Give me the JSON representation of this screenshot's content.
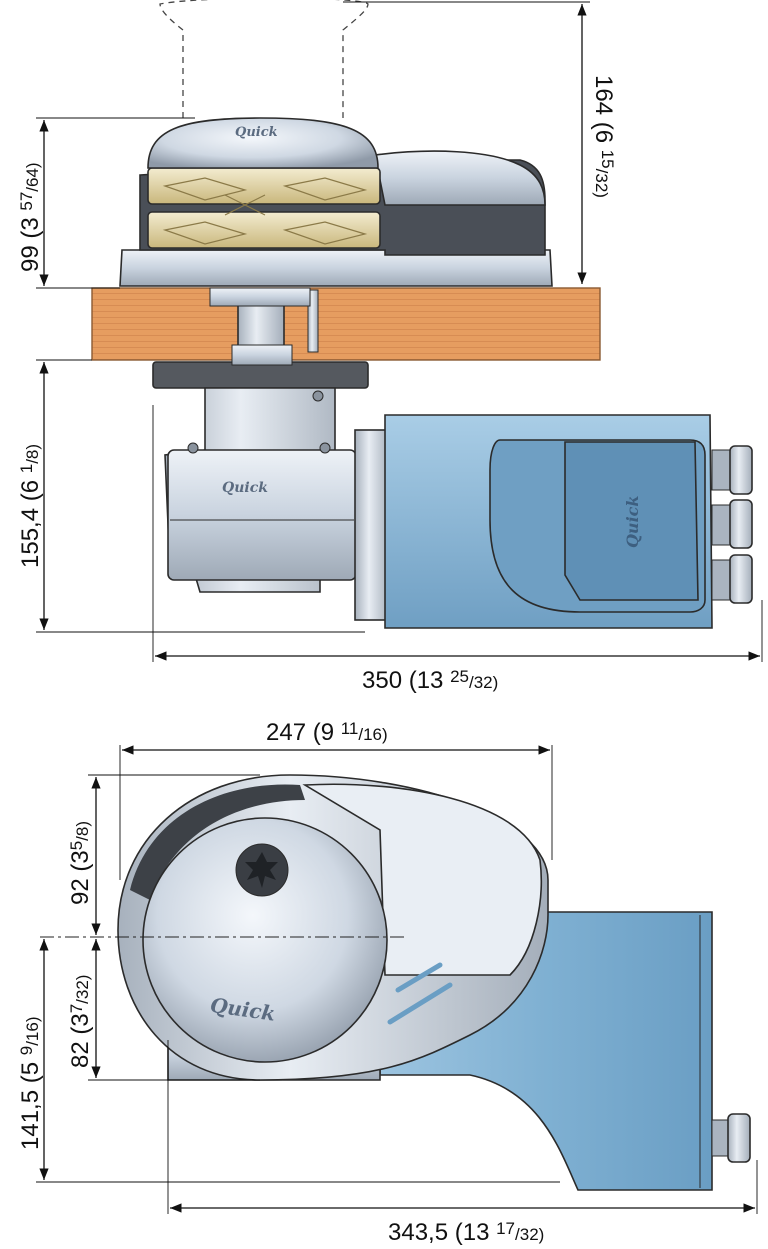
{
  "brand": "Quick",
  "side_view": {
    "height_top": "164 (6 15/32)",
    "height_top_main": "164 (6 ",
    "height_top_frac_num": "15",
    "height_top_frac_den": "/32)",
    "height_above_deck": "99 (3 57/64)",
    "height_above_deck_main": "99 (3 ",
    "height_above_deck_frac_num": "57",
    "height_above_deck_frac_den": "/64)",
    "height_below_deck": "155,4 (6 1/8)",
    "height_below_deck_main": "155,4 (6 ",
    "height_below_deck_frac_num": "1",
    "height_below_deck_frac_den": "/8)",
    "overall_length": "350 (13 25/32)",
    "overall_length_main": "350 (13 ",
    "overall_length_frac_num": "25",
    "overall_length_frac_den": "/32)"
  },
  "top_view": {
    "width_top": "247 (9 11/16)",
    "width_top_main": "247 (9 ",
    "width_top_frac_num": "11",
    "width_top_frac_den": "/16)",
    "upper_offset": "92 (3 5/8)",
    "upper_offset_main": "92 (3",
    "upper_offset_frac_num": "5",
    "upper_offset_frac_den": "/8)",
    "lower_offset": "82 (3 7/32)",
    "lower_offset_main": "82 (3",
    "lower_offset_frac_num": "7",
    "lower_offset_frac_den": "/32)",
    "overall_depth": "141,5 (5 9/16)",
    "overall_depth_main": "141,5 (5 ",
    "overall_depth_frac_num": "9",
    "overall_depth_frac_den": "/16)",
    "overall_length": "343,5 (13 17/32)",
    "overall_length_main": "343,5 (13 ",
    "overall_length_frac_num": "17",
    "overall_length_frac_den": "/32)"
  },
  "colors": {
    "motor_blue": "#7fb0d2",
    "silver": "#cfd8e4",
    "gypsy_gold": "#e6dcb0",
    "deck_wood": "#e39a5e",
    "dark_cover": "#4a4f57"
  }
}
